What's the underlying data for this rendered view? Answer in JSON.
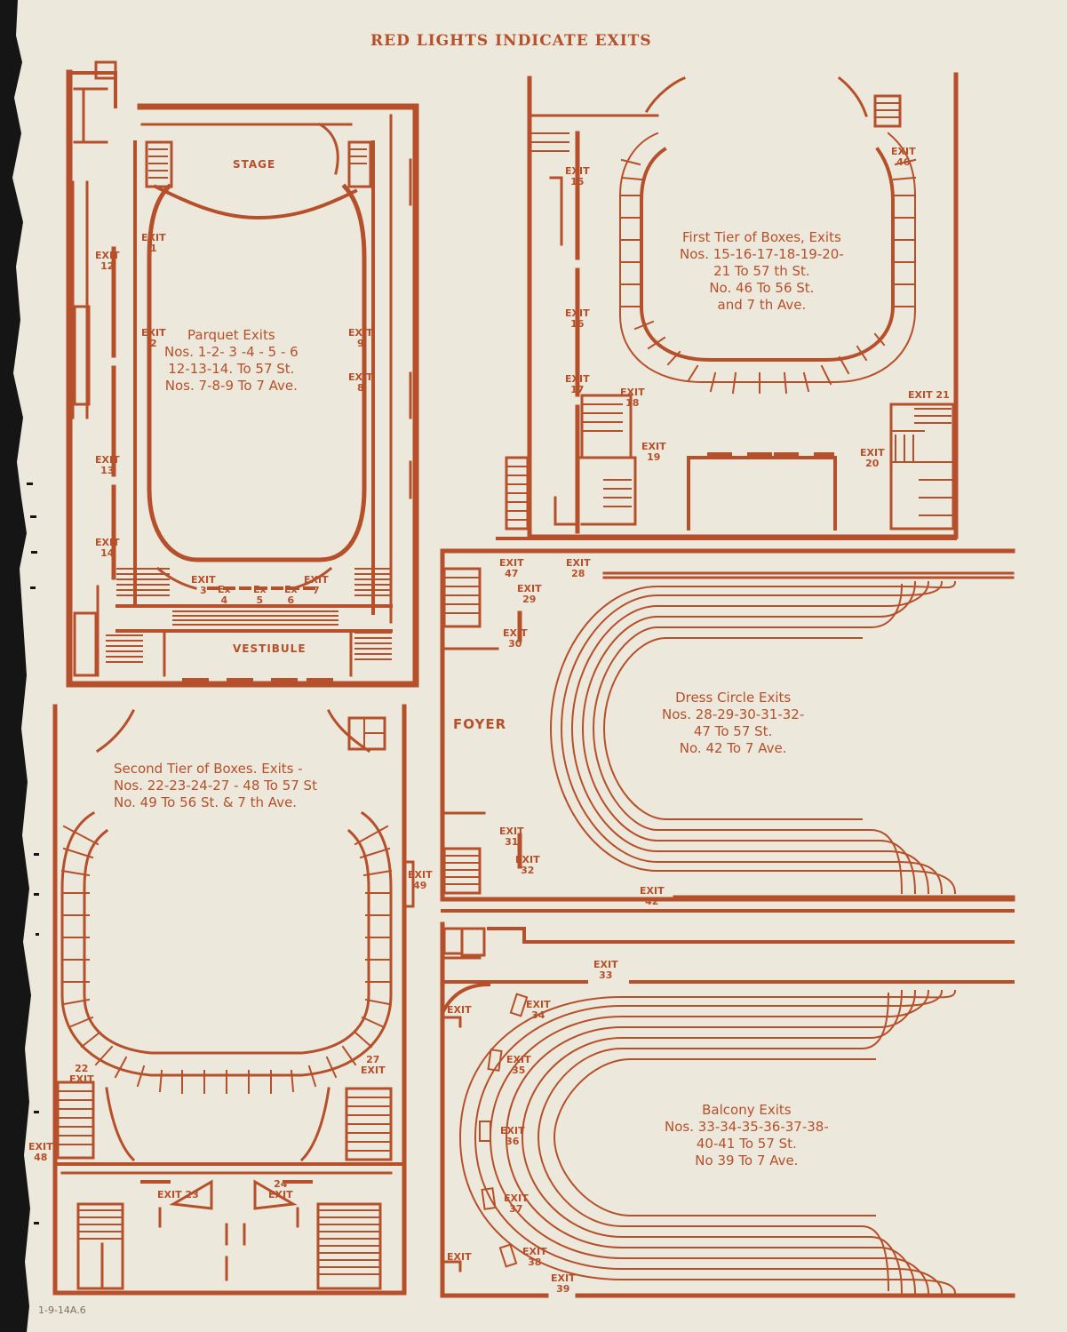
{
  "header": {
    "title": "RED LIGHTS INDICATE EXITS"
  },
  "colors": {
    "ink": "#b5502a",
    "paper": "#ede8dc"
  },
  "plans": {
    "parquet": {
      "caption": "Parquet Exits\nNos. 1-2- 3 -4 - 5 - 6\n12-13-14. To 57 St.\nNos. 7-8-9 To 7 Ave.",
      "stage_label": "STAGE",
      "vestibule_label": "VESTIBULE"
    },
    "first_tier": {
      "caption": "First Tier of Boxes, Exits\nNos. 15-16-17-18-19-20-\n21 To 57 th St.\nNo. 46 To 56 St.\nand 7 th Ave."
    },
    "dress_circle": {
      "caption": "Dress Circle Exits\nNos. 28-29-30-31-32-\n47 To 57 St.\nNo. 42 To 7 Ave.",
      "foyer_label": "FOYER"
    },
    "second_tier": {
      "caption": "Second Tier of Boxes. Exits -\nNos. 22-23-24-27 - 48 To 57 St\nNo. 49 To 56 St. & 7 th Ave."
    },
    "balcony": {
      "caption": "Balcony Exits\nNos. 33-34-35-36-37-38-\n40-41 To 57 St.\nNo 39 To 7 Ave."
    }
  },
  "exits": [
    {
      "id": "exit-1",
      "text": "EXIT\n1"
    },
    {
      "id": "exit-2",
      "text": "EXIT\n2"
    },
    {
      "id": "exit-3",
      "text": "EXIT\n3"
    },
    {
      "id": "exit-4",
      "text": "Ex\n4"
    },
    {
      "id": "exit-5",
      "text": "Ex\n5"
    },
    {
      "id": "exit-6",
      "text": "Ex\n6"
    },
    {
      "id": "exit-7",
      "text": "EXIT\n7"
    },
    {
      "id": "exit-8",
      "text": "EXIT\n8"
    },
    {
      "id": "exit-9",
      "text": "EXIT\n9"
    },
    {
      "id": "exit-12",
      "text": "EXIT\n12"
    },
    {
      "id": "exit-13",
      "text": "EXIT\n13"
    },
    {
      "id": "exit-14",
      "text": "EXIT\n14"
    },
    {
      "id": "exit-15",
      "text": "EXIT\n15"
    },
    {
      "id": "exit-16",
      "text": "EXIT\n16"
    },
    {
      "id": "exit-17",
      "text": "EXIT\n17"
    },
    {
      "id": "exit-18",
      "text": "EXIT\n18"
    },
    {
      "id": "exit-19",
      "text": "EXIT\n19"
    },
    {
      "id": "exit-20",
      "text": "EXIT\n20"
    },
    {
      "id": "exit-21",
      "text": "EXIT 21"
    },
    {
      "id": "exit-46",
      "text": "EXIT\n46"
    },
    {
      "id": "exit-47",
      "text": "EXIT\n47"
    },
    {
      "id": "exit-28",
      "text": "EXIT\n28"
    },
    {
      "id": "exit-29",
      "text": "EXIT\n29"
    },
    {
      "id": "exit-30",
      "text": "EXIT\n30"
    },
    {
      "id": "exit-31",
      "text": "EXIT\n31"
    },
    {
      "id": "exit-32",
      "text": "EXIT\n32"
    },
    {
      "id": "exit-42",
      "text": "EXIT\n42"
    },
    {
      "id": "exit-49",
      "text": "EXIT\n49"
    },
    {
      "id": "exit-22",
      "text": "22\nEXIT"
    },
    {
      "id": "exit-27",
      "text": "27\nEXIT"
    },
    {
      "id": "exit-48",
      "text": "EXIT\n48"
    },
    {
      "id": "exit-23",
      "text": "EXIT 23"
    },
    {
      "id": "exit-24",
      "text": "24\nEXIT"
    },
    {
      "id": "exit-33",
      "text": "EXIT\n33"
    },
    {
      "id": "exit-34",
      "text": "EXIT\n34"
    },
    {
      "id": "exit-35",
      "text": "EXIT\n35"
    },
    {
      "id": "exit-36",
      "text": "EXIT\n36"
    },
    {
      "id": "exit-37",
      "text": "EXIT\n37"
    },
    {
      "id": "exit-38",
      "text": "EXIT\n38"
    },
    {
      "id": "exit-39",
      "text": "EXIT\n39"
    },
    {
      "id": "exit-bal-top",
      "text": "EXIT"
    },
    {
      "id": "exit-bal-bottom",
      "text": "EXIT"
    }
  ],
  "pencil_note": "1-9-14A.6"
}
